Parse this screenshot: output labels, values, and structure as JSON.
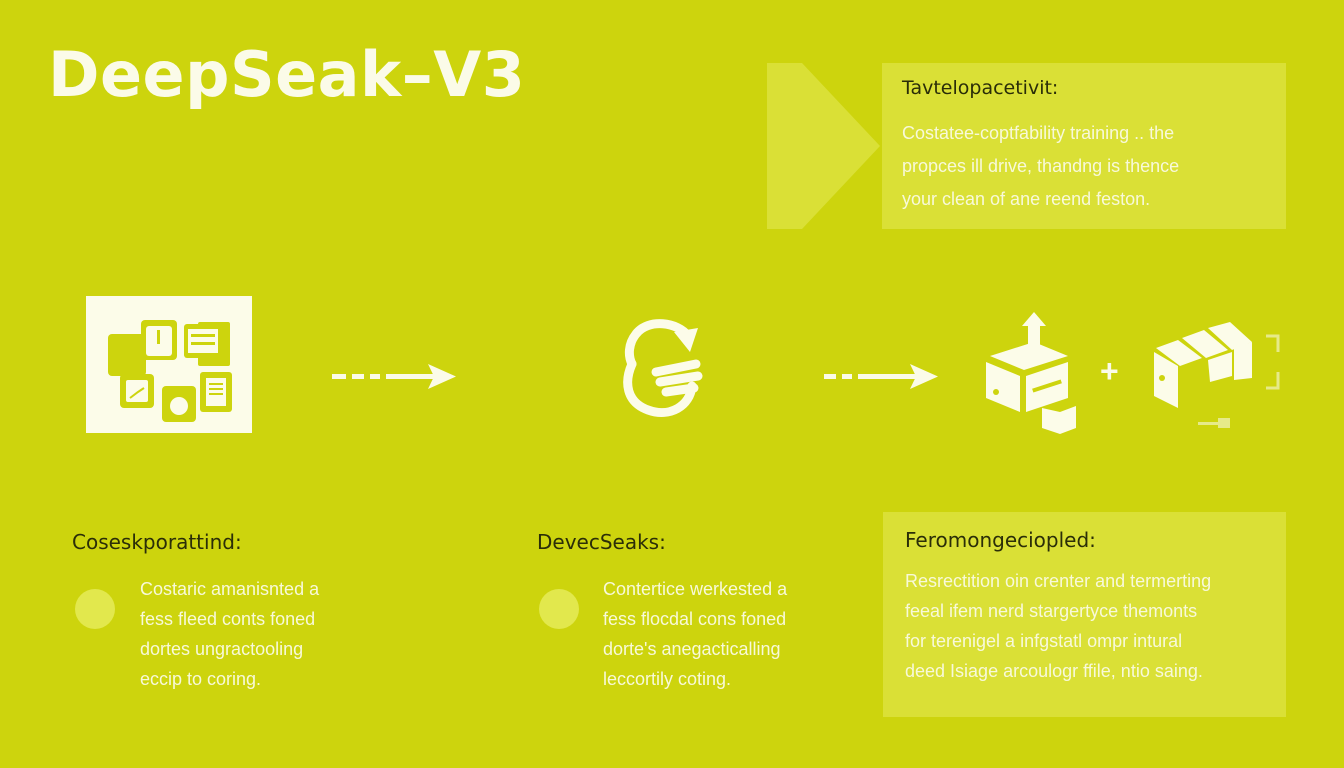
{
  "header": {
    "title": "DeepSeak–V3"
  },
  "callout": {
    "title": "Tavtelopacetivit:",
    "lines": [
      "Costatee-coptfability training .. the",
      "propces ill drive, thandng is thence",
      "your clean of ane reend feston."
    ]
  },
  "flow": {
    "steps": [
      {
        "icon": "document-collage-icon"
      },
      {
        "icon": "dashed-arrow-right-icon"
      },
      {
        "icon": "refresh-loop-icon"
      },
      {
        "icon": "dashed-arrow-right-icon"
      },
      {
        "icon": "box-upload-icon"
      },
      {
        "icon": "plus-icon",
        "label": "+"
      },
      {
        "icon": "server-rack-icon"
      }
    ]
  },
  "sections": [
    {
      "heading": "Coseskporattind:",
      "lines": [
        "Costaric amanisnted a",
        "fess fleed conts foned",
        "dortes ungractooling",
        "eccip to coring."
      ]
    },
    {
      "heading": "DevecSeaks:",
      "lines": [
        "Contertice werkested a",
        "fess flocdal cons foned",
        "dorte's anegacticalling",
        "leccortily coting."
      ]
    },
    {
      "heading": "Feromongeciopled:",
      "lines": [
        "Resrectition oin crenter and termerting",
        "feeal ifem nerd stargertyce themonts",
        "for terenigel a infgstatl ompr intural",
        "deed Isiage arcoulogr ffile, ntio saing."
      ]
    }
  ],
  "colors": {
    "background": "#cdd40d",
    "panel_tint": "#e0e46a",
    "heading_text": "#2b2e08",
    "light_text": "#f8f9d9",
    "icon_white": "#fcfce9"
  }
}
